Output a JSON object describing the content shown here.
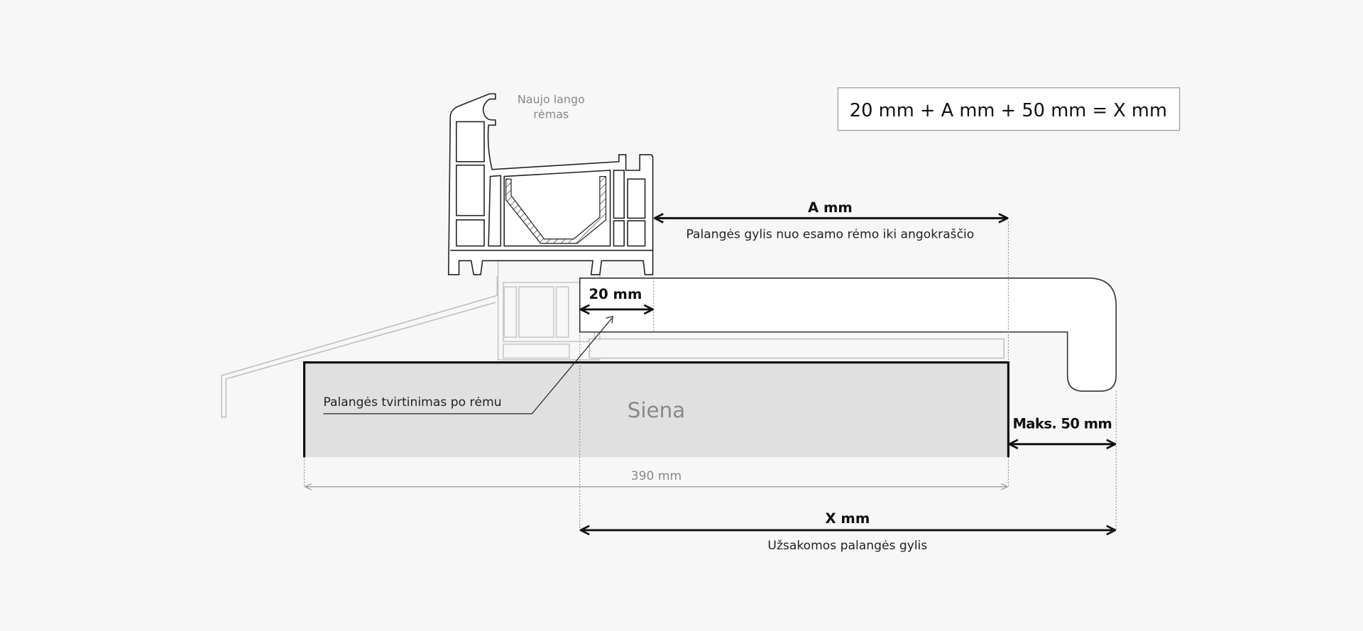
{
  "formula": "20 mm + A mm + 50 mm = X mm",
  "frame_label": [
    "Naujo lango",
    "rėmas"
  ],
  "a_dimension": {
    "label": "A mm",
    "description": "Palangės gylis nuo esamo rėmo iki angokraščio"
  },
  "overlap_dimension": {
    "label": "20 mm"
  },
  "mounting_label": "Palangės tvirtinimas po rėmu",
  "wall_label": "Siena",
  "overhang_dimension": {
    "label": "Maks. 50 mm"
  },
  "wall_depth": {
    "label": "390 mm"
  },
  "x_dimension": {
    "label": "X mm",
    "description": "Užsakomos palangės gylis"
  },
  "colors": {
    "background": "#f7f7f7",
    "wall": "#e0e0e0",
    "line": "#111111",
    "muted": "#888888"
  }
}
